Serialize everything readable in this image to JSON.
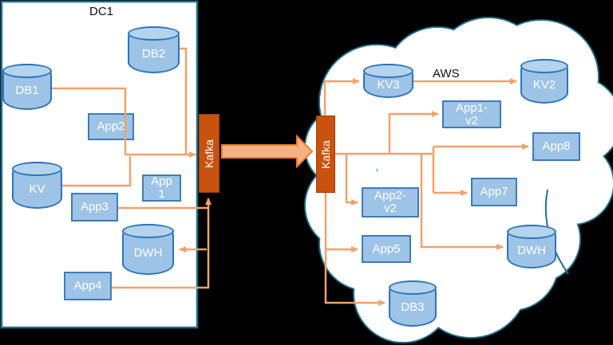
{
  "dc1": {
    "title": "DC1"
  },
  "aws": {
    "title": "AWS"
  },
  "kafka": {
    "left_label": "Kafka",
    "right_label": "Kafka"
  },
  "nodes": {
    "db1": {
      "label": "DB1",
      "type": "database",
      "zone": "DC1"
    },
    "db2": {
      "label": "DB2",
      "type": "database",
      "zone": "DC1"
    },
    "app2": {
      "label": "App2",
      "type": "app",
      "zone": "DC1"
    },
    "kv": {
      "label": "KV",
      "type": "database",
      "zone": "DC1"
    },
    "app1": {
      "label": "App 1",
      "type": "app",
      "zone": "DC1"
    },
    "app3": {
      "label": "App3",
      "type": "app",
      "zone": "DC1"
    },
    "dwh_dc": {
      "label": "DWH",
      "type": "database",
      "zone": "DC1"
    },
    "app4": {
      "label": "App4",
      "type": "app",
      "zone": "DC1"
    },
    "kv3": {
      "label": "KV3",
      "type": "database",
      "zone": "AWS"
    },
    "kv2": {
      "label": "KV2",
      "type": "database",
      "zone": "AWS"
    },
    "app1v2": {
      "label": "App1-v2",
      "type": "app",
      "zone": "AWS"
    },
    "app8": {
      "label": "App8",
      "type": "app",
      "zone": "AWS"
    },
    "app7": {
      "label": "App7",
      "type": "app",
      "zone": "AWS"
    },
    "app2v2": {
      "label": "App2-v2",
      "type": "app",
      "zone": "AWS"
    },
    "dwh_aws": {
      "label": "DWH",
      "type": "database",
      "zone": "AWS"
    },
    "app5": {
      "label": "App5",
      "type": "app",
      "zone": "AWS"
    },
    "db3": {
      "label": "DB3",
      "type": "database",
      "zone": "AWS"
    }
  },
  "connections": [
    {
      "from": "DB1",
      "to": "Kafka (DC1)"
    },
    {
      "from": "DB2",
      "to": "Kafka (DC1)"
    },
    {
      "from": "KV",
      "to": "Kafka (DC1)"
    },
    {
      "from": "App3",
      "to": "Kafka (DC1)"
    },
    {
      "from": "App4",
      "to": "Kafka (DC1)"
    },
    {
      "from": "Kafka (DC1)",
      "to": "DWH (DC1)"
    },
    {
      "from": "Kafka (DC1)",
      "to": "Kafka (AWS)"
    },
    {
      "from": "Kafka (AWS)",
      "to": "KV3"
    },
    {
      "from": "KV3",
      "to": "KV2"
    },
    {
      "from": "Kafka (AWS)",
      "to": "App1-v2"
    },
    {
      "from": "Kafka (AWS)",
      "to": "App8"
    },
    {
      "from": "Kafka (AWS)",
      "to": "App7"
    },
    {
      "from": "Kafka (AWS)",
      "to": "App2-v2"
    },
    {
      "from": "Kafka (AWS)",
      "to": "DWH (AWS)"
    },
    {
      "from": "Kafka (AWS)",
      "to": "App5"
    },
    {
      "from": "Kafka (AWS)",
      "to": "DB3"
    }
  ],
  "colors": {
    "bg": "#000000",
    "panel_border": "#20708F",
    "node_fill": "#9DC3E6",
    "node_border": "#2E75B6",
    "kafka_fill": "#C8520E",
    "line": "#F2A26B",
    "arrow_fill": "#F4B183",
    "arrow_border": "#ED7D31"
  }
}
